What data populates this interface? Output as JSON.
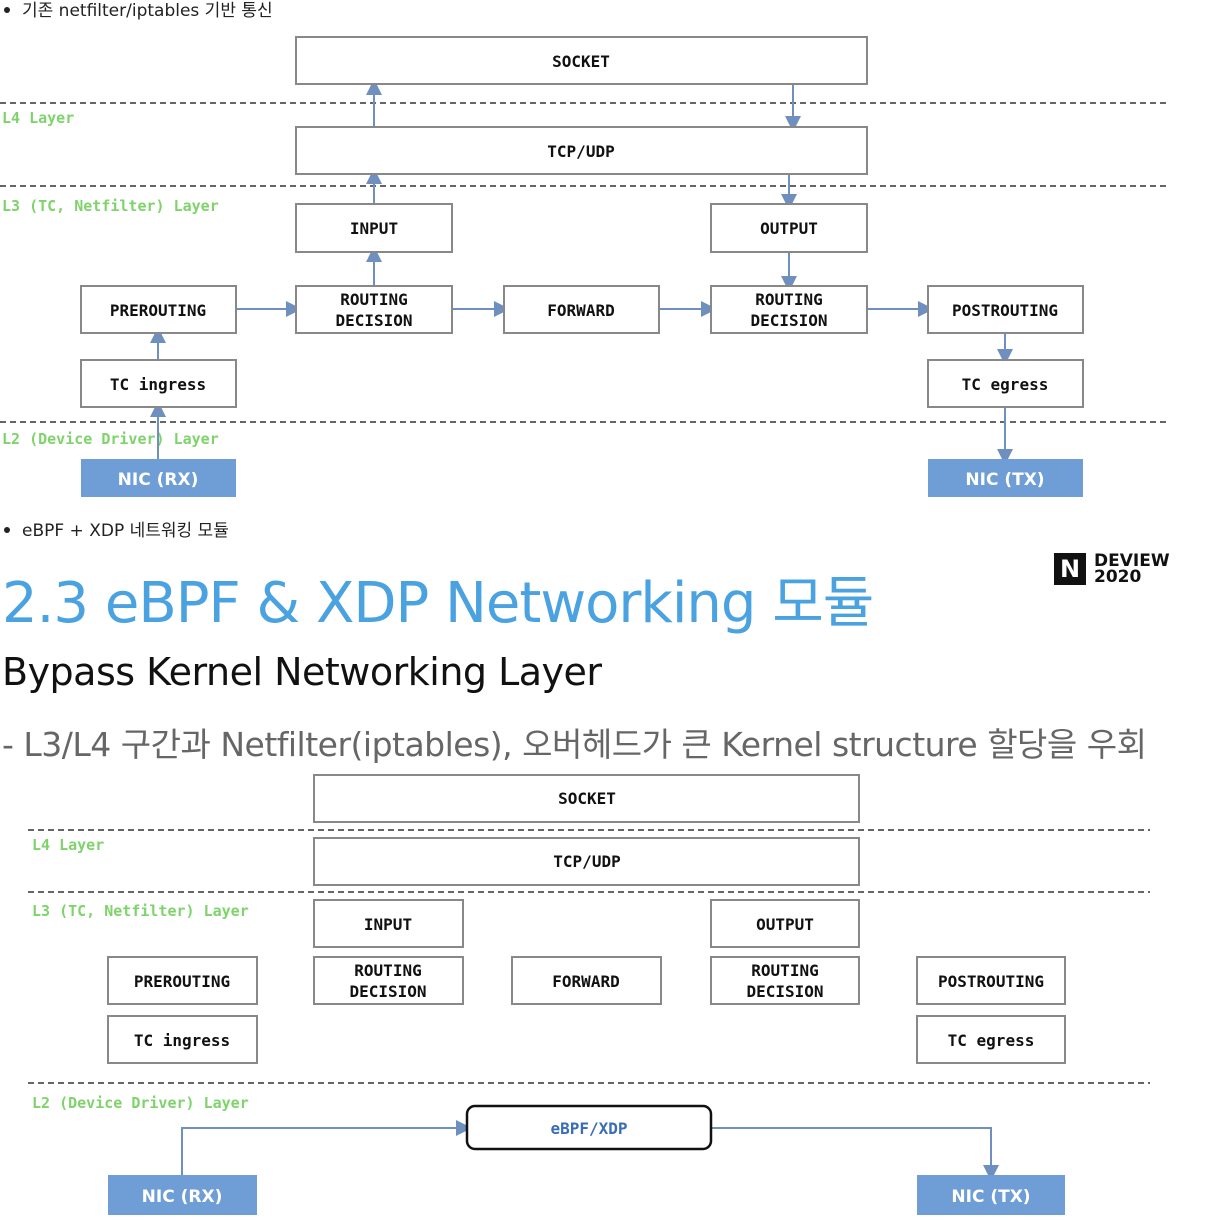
{
  "bullets": {
    "first": "기존 netfilter/iptables 기반 통신",
    "second": "eBPF + XDP 네트워킹 모듈"
  },
  "slide": {
    "title": "2.3 eBPF & XDP Networking 모듈",
    "subtitle": "Bypass Kernel Networking Layer",
    "description": "- L3/L4 구간과 Netfilter(iptables), 오버헤드가 큰 Kernel structure 할당을 우회",
    "logo_letter": "N",
    "logo_line1": "DEVIEW",
    "logo_line2": "2020"
  },
  "diagram1": {
    "layers": {
      "l4": "L4 Layer",
      "l3": "L3 (TC, Netfilter) Layer",
      "l2": "L2 (Device Driver) Layer"
    },
    "boxes": {
      "socket": "SOCKET",
      "tcpudp": "TCP/UDP",
      "input": "INPUT",
      "output": "OUTPUT",
      "prerouting": "PREROUTING",
      "routing_line1": "ROUTING",
      "routing_line2": "DECISION",
      "forward": "FORWARD",
      "postrouting": "POSTROUTING",
      "tc_ingress": "TC ingress",
      "tc_egress": "TC egress",
      "nic_rx": "NIC (RX)",
      "nic_tx": "NIC (TX)"
    }
  },
  "diagram2": {
    "layers": {
      "l4": "L4 Layer",
      "l3": "L3 (TC, Netfilter) Layer",
      "l2": "L2 (Device Driver) Layer"
    },
    "boxes": {
      "socket": "SOCKET",
      "tcpudp": "TCP/UDP",
      "input": "INPUT",
      "output": "OUTPUT",
      "prerouting": "PREROUTING",
      "routing_line1": "ROUTING",
      "routing_line2": "DECISION",
      "forward": "FORWARD",
      "postrouting": "POSTROUTING",
      "tc_ingress": "TC ingress",
      "tc_egress": "TC egress",
      "ebpf": "eBPF/XDP",
      "nic_rx": "NIC (RX)",
      "nic_tx": "NIC (TX)"
    }
  },
  "colors": {
    "layer_label": "#7ed36a",
    "nic_fill": "#6f9ed6",
    "arrow": "#6f8fbf",
    "title": "#4aa3e0"
  }
}
